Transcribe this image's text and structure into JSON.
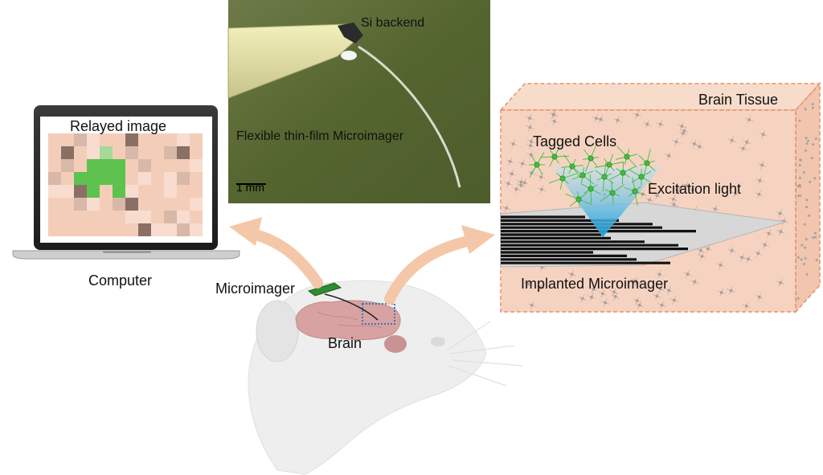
{
  "labels": {
    "relayed_image": "Relayed image",
    "computer": "Computer",
    "si_backend": "Si backend",
    "flexible_microimager": "Flexible thin-film Microimager",
    "scale_bar": "1 mm",
    "brain_tissue": "Brain Tissue",
    "tagged_cells": "Tagged Cells",
    "excitation_light": "Excitation light",
    "implanted_microimager": "Implanted Microimager",
    "microimager": "Microimager",
    "brain": "Brain"
  },
  "colors": {
    "tissue": "#f6d3c1",
    "tissue_border": "#e6906b",
    "arrow": "#f5c7a9",
    "photo_background": "#5b6b3a",
    "tagged_cell_green": "#3fbf3a",
    "excitation_blue": "#1e9fd8",
    "probe_gray": "#d7d7d7",
    "brain_pink": "#d9a2a2",
    "mouse_gray": "#e8e8e8",
    "pixel_green": "#5ec24e",
    "chip_green": "#2e8b2e"
  }
}
